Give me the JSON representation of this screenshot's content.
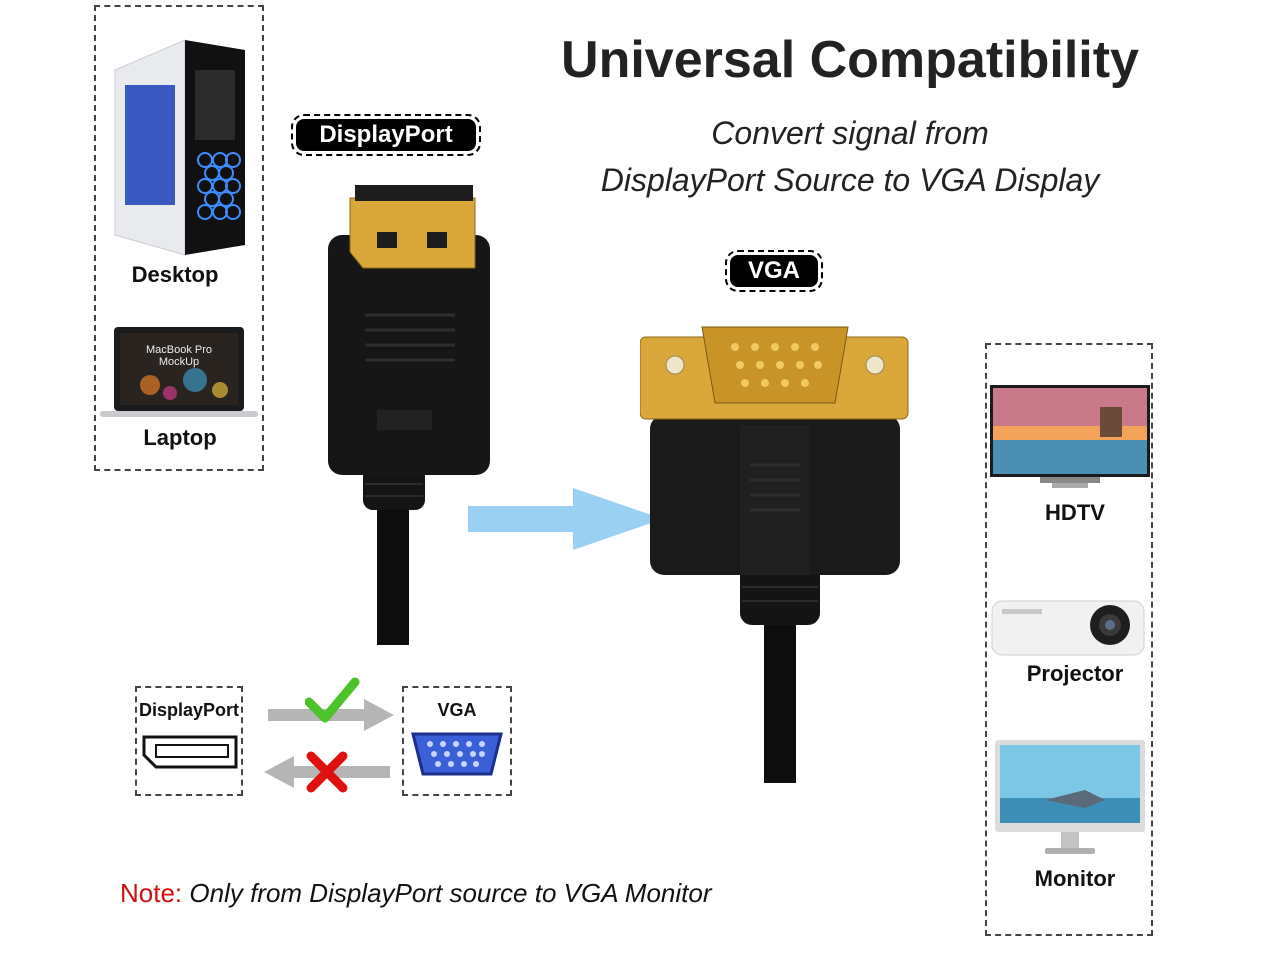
{
  "header": {
    "title": "Universal Compatibility",
    "subtitle_line1": "Convert signal from",
    "subtitle_line2": "DisplayPort Source to VGA Display"
  },
  "connectors": {
    "source_label": "DisplayPort",
    "target_label": "VGA"
  },
  "source_devices": [
    {
      "label": "Desktop",
      "icon": "desktop-tower-icon"
    },
    {
      "label": "Laptop",
      "icon": "laptop-icon"
    }
  ],
  "laptop_screen_text": "MacBook Pro\nMockUp",
  "target_devices": [
    {
      "label": "HDTV",
      "icon": "tv-icon"
    },
    {
      "label": "Projector",
      "icon": "projector-icon"
    },
    {
      "label": "Monitor",
      "icon": "monitor-icon"
    }
  ],
  "direction_diagram": {
    "left_label": "DisplayPort",
    "right_label": "VGA",
    "forward": "allowed",
    "reverse": "not allowed"
  },
  "note": {
    "prefix": "Note:",
    "text": "Only from DisplayPort source to VGA Monitor"
  },
  "colors": {
    "accent_arrow": "#9ad0f2",
    "check_green": "#4cc22b",
    "cross_red": "#e01010",
    "note_red": "#d01010",
    "gold": "#d9a73a"
  }
}
